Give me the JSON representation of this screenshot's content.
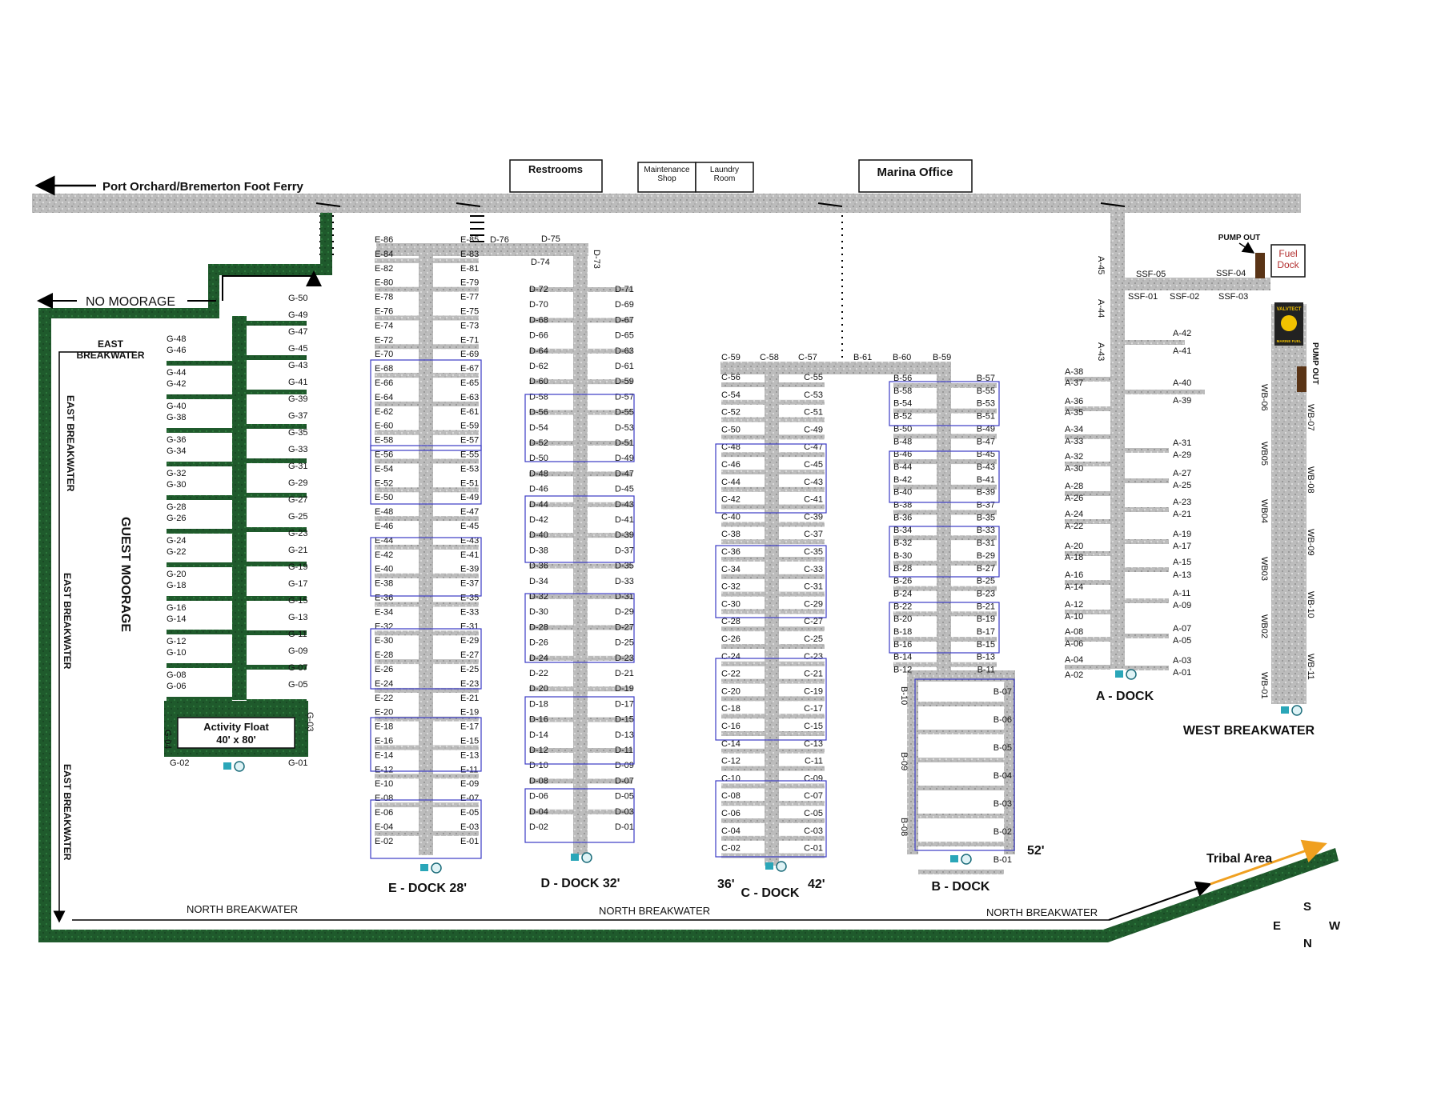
{
  "header": {
    "foot_ferry": "Port Orchard/Bremerton Foot Ferry",
    "restrooms": "Restrooms",
    "maintenance": [
      "Maintenance",
      "Shop"
    ],
    "laundry": [
      "Laundry",
      "Room"
    ],
    "marina_office": "Marina Office"
  },
  "labels": {
    "no_moorage": "NO MOORAGE",
    "east_breakwater_top": [
      "EAST",
      "BREAKWATER"
    ],
    "east_breakwater": "EAST BREAKWATER",
    "guest_moorage": "GUEST MOORAGE",
    "north_breakwater": "NORTH BREAKWATER",
    "activity_float": [
      "Activity Float",
      "40' x 80'"
    ],
    "pump_out": "PUMP OUT",
    "fuel_dock": [
      "Fuel",
      "Dock"
    ],
    "fuel_brand": [
      "VALVTECT",
      "MARINE FUEL"
    ],
    "west_breakwater": "WEST BREAKWATER",
    "tribal_area": "Tribal Area",
    "b_width": "52'",
    "c_left_width": "36'",
    "c_right_width": "42'"
  },
  "compass": {
    "n": "N",
    "s": "S",
    "e": "E",
    "w": "W"
  },
  "docks": {
    "e": {
      "name": "E - DOCK 28'"
    },
    "d": {
      "name": "D - DOCK 32'"
    },
    "c": {
      "name": "C - DOCK"
    },
    "b": {
      "name": "B - DOCK"
    },
    "a": {
      "name": "A - DOCK"
    }
  },
  "slips": {
    "g_left": [
      "G-48",
      "G-46",
      "G-44",
      "G-42",
      "G-40",
      "G-38",
      "G-36",
      "G-34",
      "G-32",
      "G-30",
      "G-28",
      "G-26",
      "G-24",
      "G-22",
      "G-20",
      "G-18",
      "G-16",
      "G-14",
      "G-12",
      "G-10",
      "G-08",
      "G-06"
    ],
    "g_right": [
      "G-50",
      "G-49",
      "G-47",
      "G-45",
      "G-43",
      "G-41",
      "G-39",
      "G-37",
      "G-35",
      "G-33",
      "G-31",
      "G-29",
      "G-27",
      "G-25",
      "G-23",
      "G-21",
      "G-19",
      "G-17",
      "G-15",
      "G-13",
      "G-11",
      "G-09",
      "G-07",
      "G-05"
    ],
    "g_misc": [
      "G-04",
      "G-03",
      "G-02",
      "G-01"
    ],
    "e_left": [
      "E-86",
      "E-84",
      "E-82",
      "E-80",
      "E-78",
      "E-76",
      "E-74",
      "E-72",
      "E-70",
      "E-68",
      "E-66",
      "E-64",
      "E-62",
      "E-60",
      "E-58",
      "E-56",
      "E-54",
      "E-52",
      "E-50",
      "E-48",
      "E-46",
      "E-44",
      "E-42",
      "E-40",
      "E-38",
      "E-36",
      "E-34",
      "E-32",
      "E-30",
      "E-28",
      "E-26",
      "E-24",
      "E-22",
      "E-20",
      "E-18",
      "E-16",
      "E-14",
      "E-12",
      "E-10",
      "E-08",
      "E-06",
      "E-04",
      "E-02"
    ],
    "e_right": [
      "E-85",
      "E-83",
      "E-81",
      "E-79",
      "E-77",
      "E-75",
      "E-73",
      "E-71",
      "E-69",
      "E-67",
      "E-65",
      "E-63",
      "E-61",
      "E-59",
      "E-57",
      "E-55",
      "E-53",
      "E-51",
      "E-49",
      "E-47",
      "E-45",
      "E-43",
      "E-41",
      "E-39",
      "E-37",
      "E-35",
      "E-33",
      "E-31",
      "E-29",
      "E-27",
      "E-25",
      "E-23",
      "E-21",
      "E-19",
      "E-17",
      "E-15",
      "E-13",
      "E-11",
      "E-09",
      "E-07",
      "E-05",
      "E-03",
      "E-01"
    ],
    "d_top": [
      "D-76",
      "D-75",
      "D-74",
      "D-73"
    ],
    "d_left": [
      "D-72",
      "D-70",
      "D-68",
      "D-66",
      "D-64",
      "D-62",
      "D-60",
      "D-58",
      "D-56",
      "D-54",
      "D-52",
      "D-50",
      "D-48",
      "D-46",
      "D-44",
      "D-42",
      "D-40",
      "D-38",
      "D-36",
      "D-34",
      "D-32",
      "D-30",
      "D-28",
      "D-26",
      "D-24",
      "D-22",
      "D-20",
      "D-18",
      "D-16",
      "D-14",
      "D-12",
      "D-10",
      "D-08",
      "D-06",
      "D-04",
      "D-02"
    ],
    "d_right": [
      "D-71",
      "D-69",
      "D-67",
      "D-65",
      "D-63",
      "D-61",
      "D-59",
      "D-57",
      "D-55",
      "D-53",
      "D-51",
      "D-49",
      "D-47",
      "D-45",
      "D-43",
      "D-41",
      "D-39",
      "D-37",
      "D-35",
      "D-33",
      "D-31",
      "D-29",
      "D-27",
      "D-25",
      "D-23",
      "D-21",
      "D-19",
      "D-17",
      "D-15",
      "D-13",
      "D-11",
      "D-09",
      "D-07",
      "D-05",
      "D-03",
      "D-01"
    ],
    "c_top": [
      "C-59",
      "C-58",
      "C-57"
    ],
    "c_left": [
      "C-56",
      "C-54",
      "C-52",
      "C-50",
      "C-48",
      "C-46",
      "C-44",
      "C-42",
      "C-40",
      "C-38",
      "C-36",
      "C-34",
      "C-32",
      "C-30",
      "C-28",
      "C-26",
      "C-24",
      "C-22",
      "C-20",
      "C-18",
      "C-16",
      "C-14",
      "C-12",
      "C-10",
      "C-08",
      "C-06",
      "C-04",
      "C-02"
    ],
    "c_right": [
      "C-55",
      "C-53",
      "C-51",
      "C-49",
      "C-47",
      "C-45",
      "C-43",
      "C-41",
      "C-39",
      "C-37",
      "C-35",
      "C-33",
      "C-31",
      "C-29",
      "C-27",
      "C-25",
      "C-23",
      "C-21",
      "C-19",
      "C-17",
      "C-15",
      "C-13",
      "C-11",
      "C-09",
      "C-07",
      "C-05",
      "C-03",
      "C-01"
    ],
    "b_top": [
      "B-61",
      "B-60",
      "B-59"
    ],
    "b_left": [
      "B-56",
      "B-58",
      "B-54",
      "B-52",
      "B-50",
      "B-48",
      "B-46",
      "B-44",
      "B-42",
      "B-40",
      "B-38",
      "B-36",
      "B-34",
      "B-32",
      "B-30",
      "B-28",
      "B-26",
      "B-24",
      "B-22",
      "B-20",
      "B-18",
      "B-16",
      "B-14",
      "B-12"
    ],
    "b_right": [
      "B-57",
      "B-55",
      "B-53",
      "B-51",
      "B-49",
      "B-47",
      "B-45",
      "B-43",
      "B-41",
      "B-39",
      "B-37",
      "B-35",
      "B-33",
      "B-31",
      "B-29",
      "B-27",
      "B-25",
      "B-23",
      "B-21",
      "B-19",
      "B-17",
      "B-15",
      "B-13",
      "B-11"
    ],
    "b_lower": [
      "B-07",
      "B-06",
      "B-05",
      "B-04",
      "B-03",
      "B-02",
      "B-01"
    ],
    "b_vertical": [
      "B-10",
      "B-09",
      "B-08"
    ],
    "a_vertical": [
      "A-45",
      "A-44",
      "A-43"
    ],
    "a_left": [
      "A-38",
      "A-37",
      "A-36",
      "A-35",
      "A-34",
      "A-33",
      "A-32",
      "A-30",
      "A-28",
      "A-26",
      "A-24",
      "A-22",
      "A-20",
      "A-18",
      "A-16",
      "A-14",
      "A-12",
      "A-10",
      "A-08",
      "A-06",
      "A-04",
      "A-02"
    ],
    "a_right": [
      "A-42",
      "A-41",
      "A-40",
      "A-39",
      "A-31",
      "A-29",
      "A-27",
      "A-25",
      "A-23",
      "A-21",
      "A-19",
      "A-17",
      "A-15",
      "A-13",
      "A-11",
      "A-09",
      "A-07",
      "A-05",
      "A-03",
      "A-01"
    ],
    "ssf": [
      "SSF-05",
      "SSF-04",
      "SSF-01",
      "SSF-02",
      "SSF-03"
    ],
    "wb_left": [
      "WB-06",
      "WB05",
      "WB04",
      "WB03",
      "WB02",
      "WB-01"
    ],
    "wb_right": [
      "WB-07",
      "WB-08",
      "WB-09",
      "WB-10",
      "WB-11"
    ]
  },
  "colors": {
    "walkway": "#b9b9b9",
    "breakwater": "#1f5a2c",
    "slip_box": "#3b3bc4",
    "arrow_orange": "#f0a020"
  }
}
